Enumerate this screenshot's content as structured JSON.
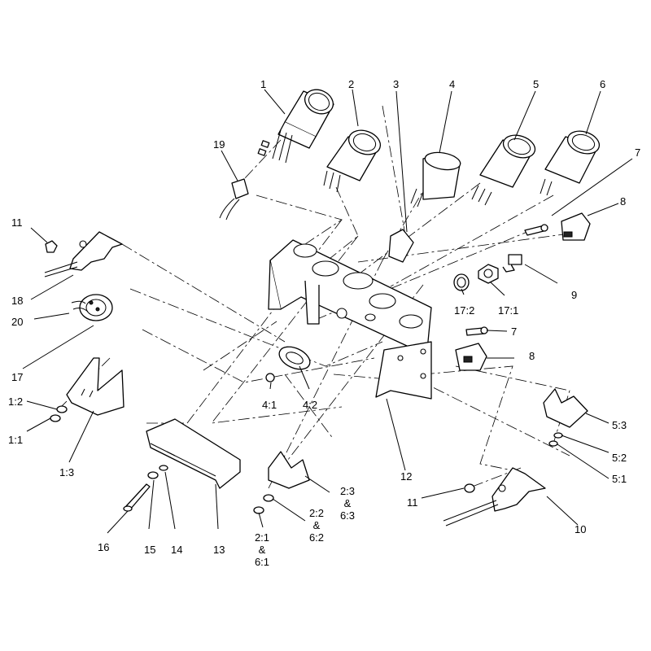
{
  "diagram": {
    "callouts": [
      {
        "id": "c1",
        "text": "1"
      },
      {
        "id": "c2",
        "text": "2"
      },
      {
        "id": "c3",
        "text": "3"
      },
      {
        "id": "c4",
        "text": "4"
      },
      {
        "id": "c5",
        "text": "5"
      },
      {
        "id": "c6",
        "text": "6"
      },
      {
        "id": "c7a",
        "text": "7"
      },
      {
        "id": "c8a",
        "text": "8"
      },
      {
        "id": "c9",
        "text": "9"
      },
      {
        "id": "c19",
        "text": "19"
      },
      {
        "id": "c11a",
        "text": "11"
      },
      {
        "id": "c18",
        "text": "18"
      },
      {
        "id": "c20",
        "text": "20"
      },
      {
        "id": "c17",
        "text": "17"
      },
      {
        "id": "c17_2",
        "text": "17:2"
      },
      {
        "id": "c17_1",
        "text": "17:1"
      },
      {
        "id": "c7b",
        "text": "7"
      },
      {
        "id": "c8b",
        "text": "8"
      },
      {
        "id": "c4_1",
        "text": "4:1"
      },
      {
        "id": "c4_2",
        "text": "4:2"
      },
      {
        "id": "c1_2",
        "text": "1:2"
      },
      {
        "id": "c1_1",
        "text": "1:1"
      },
      {
        "id": "c1_3",
        "text": "1:3"
      },
      {
        "id": "c12",
        "text": "12"
      },
      {
        "id": "c5_3",
        "text": "5:3"
      },
      {
        "id": "c5_2",
        "text": "5:2"
      },
      {
        "id": "c5_1",
        "text": "5:1"
      },
      {
        "id": "c11b",
        "text": "11"
      },
      {
        "id": "c10",
        "text": "10"
      },
      {
        "id": "c16",
        "text": "16"
      },
      {
        "id": "c15",
        "text": "15"
      },
      {
        "id": "c14",
        "text": "14"
      },
      {
        "id": "c13",
        "text": "13"
      }
    ],
    "multi_callouts": [
      {
        "id": "c23_63",
        "lines": [
          "2:3",
          "&",
          "6:3"
        ]
      },
      {
        "id": "c22_62",
        "lines": [
          "2:2",
          "&",
          "6:2"
        ]
      },
      {
        "id": "c21_61",
        "lines": [
          "2:1",
          "&",
          "6:1"
        ]
      }
    ]
  }
}
